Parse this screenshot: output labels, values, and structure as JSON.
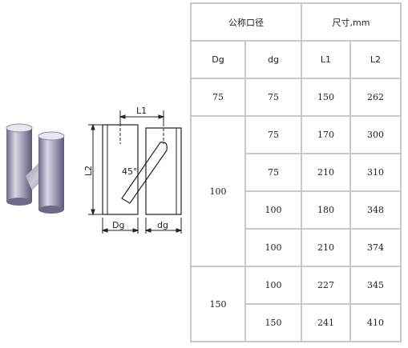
{
  "drawing": {
    "dim_l1": "L1",
    "dim_l2": "L2",
    "angle": "45°",
    "label_dg_main": "Dg",
    "label_dg_branch": "dg"
  },
  "table": {
    "group_header_nominal": "公称口径",
    "group_header_size": "尺寸,mm",
    "col_headers": [
      "Dg",
      "dg",
      "L1",
      "L2"
    ],
    "rows": [
      {
        "Dg": "75",
        "dg": "75",
        "L1": "150",
        "L2": "262"
      },
      {
        "Dg": "100",
        "dg": "75",
        "L1": "170",
        "L2": "300"
      },
      {
        "dg": "75",
        "L1": "210",
        "L2": "310"
      },
      {
        "dg": "100",
        "L1": "180",
        "L2": "348"
      },
      {
        "dg": "100",
        "L1": "210",
        "L2": "374"
      },
      {
        "Dg": "150",
        "dg": "100",
        "L1": "227",
        "L2": "345"
      },
      {
        "dg": "150",
        "L1": "241",
        "L2": "410"
      }
    ]
  }
}
